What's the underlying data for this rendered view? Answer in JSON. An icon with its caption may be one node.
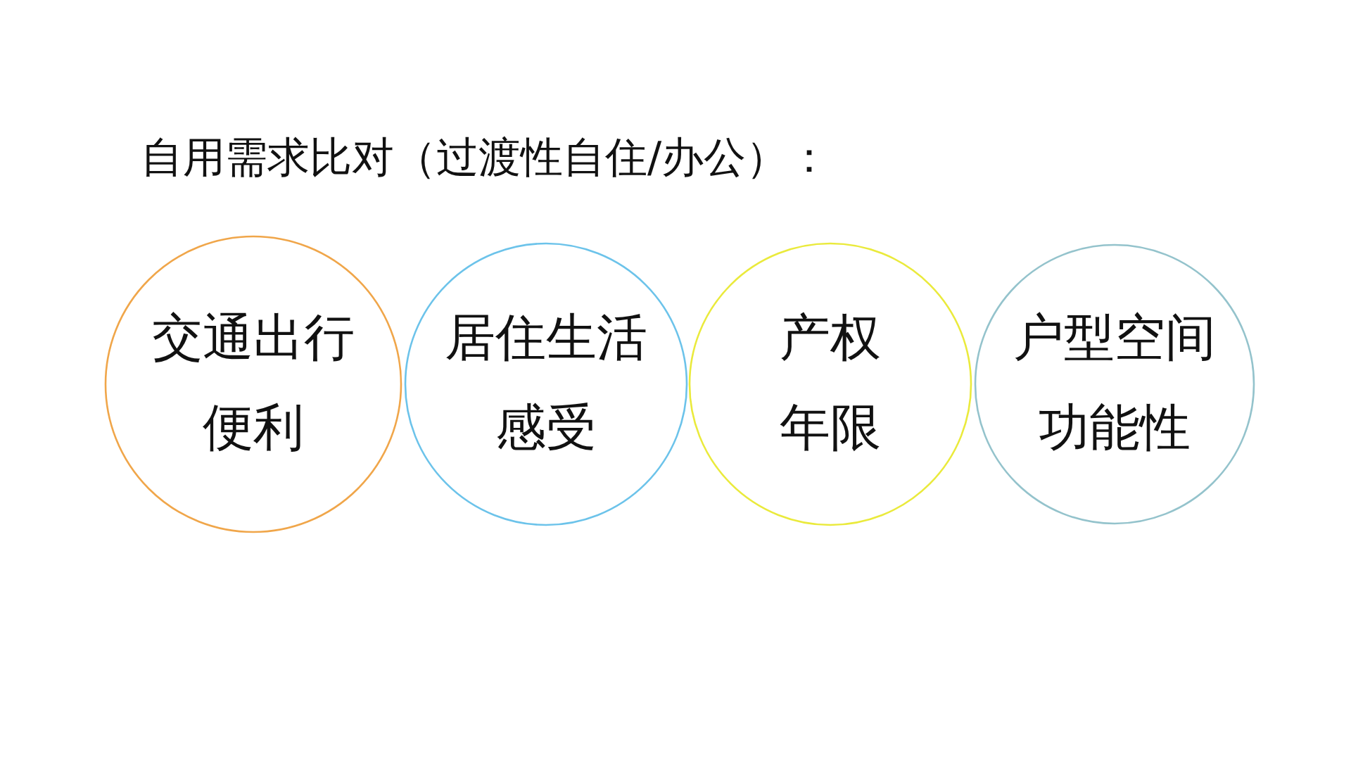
{
  "diagram": {
    "title": "自用需求比对（过渡性自住/办公）：",
    "nodes": [
      {
        "text": [
          "交通出行便利"
        ]
      },
      {
        "text": [
          "居住生活感受"
        ]
      },
      {
        "text": [
          "产权年限"
        ]
      },
      {
        "text": [
          "户型空间功能性"
        ]
      }
    ]
  }
}
